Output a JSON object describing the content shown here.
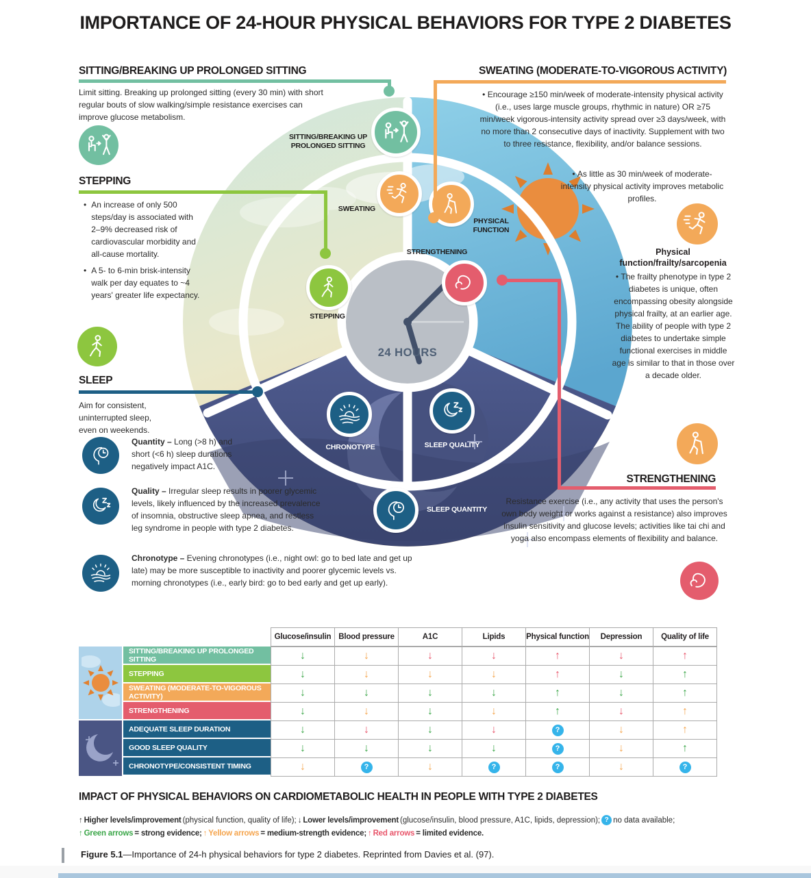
{
  "title": "IMPORTANCE OF 24-HOUR PHYSICAL BEHAVIORS FOR TYPE 2 DIABETES",
  "sections": {
    "sitting": {
      "heading": "SITTING/BREAKING UP PROLONGED SITTING",
      "body": "Limit sitting. Breaking up prolonged sitting (every 30 min) with short regular bouts of slow walking/simple resistance exercises can improve glucose metabolism."
    },
    "stepping": {
      "heading": "STEPPING",
      "bullets": [
        "An increase of only 500 steps/day is associated with 2–9% decreased risk of cardiovascular morbidity and all-cause mortality.",
        "A 5- to 6-min brisk-intensity walk per day equates to ~4 years' greater life expectancy."
      ]
    },
    "sleep": {
      "heading": "SLEEP",
      "intro": "Aim for consistent, uninterrupted sleep, even on weekends.",
      "items": [
        {
          "label": "Quantity –",
          "text": " Long (>8 h) and short (<6 h) sleep durations negatively impact A1C."
        },
        {
          "label": "Quality –",
          "text": " Irregular sleep results in poorer glycemic levels, likely influenced by the increased prevalence of insomnia, obstructive sleep apnea, and restless leg syndrome in people with type 2 diabetes."
        },
        {
          "label": "Chronotype –",
          "text": " Evening chronotypes (i.e., night owl: go to bed late and get up late) may be more susceptible to inactivity and poorer glycemic levels vs. morning chronotypes (i.e., early bird: go to bed early and get up early)."
        }
      ]
    },
    "sweating": {
      "heading": "SWEATING (MODERATE-TO-VIGOROUS ACTIVITY)",
      "bullets": [
        "Encourage ≥150 min/week of moderate-intensity physical activity (i.e., uses large muscle groups, rhythmic in nature) OR ≥75 min/week vigorous-intensity activity spread over ≥3 days/week, with no more than 2 consecutive days of inactivity. Supplement with two to three resistance, flexibility, and/or balance sessions.",
        "As little as 30 min/week of moderate-intensity physical activity improves metabolic profiles."
      ]
    },
    "physical_function": {
      "heading": "Physical function/frailty/sarcopenia",
      "bullet": "The frailty phenotype in type 2 diabetes is unique, often encompassing obesity alongside physical frailty, at an earlier age. The ability of people with type 2 diabetes to undertake simple functional exercises in middle age is similar to that in those over a decade older."
    },
    "strengthening": {
      "heading": "STRENGTHENING",
      "body": "Resistance exercise (i.e., any activity that uses the person's own body weight or works against a resistance) also improves insulin sensitivity and glucose levels; activities like tai chi and yoga also encompass elements of flexibility and balance."
    }
  },
  "wheel": {
    "center": "24 HOURS",
    "labels": {
      "sitting": "SITTING/BREAKING UP PROLONGED SITTING",
      "sweating": "SWEATING",
      "physical_function": "PHYSICAL FUNCTION",
      "strengthening": "STRENGTHENING",
      "stepping": "STEPPING",
      "chronotype": "CHRONOTYPE",
      "sleep_quality": "SLEEP QUALITY",
      "sleep_quantity": "SLEEP QUANTITY"
    }
  },
  "table": {
    "headers": [
      "Glucose/insulin",
      "Blood pressure",
      "A1C",
      "Lipids",
      "Physical function",
      "Depression",
      "Quality of life"
    ],
    "rows": [
      {
        "label": "SITTING/BREAKING UP PROLONGED SITTING",
        "color": "#72bfa1",
        "cells": [
          "down-green",
          "down-yellow",
          "down-red",
          "down-red",
          "up-red",
          "down-red",
          "up-red"
        ]
      },
      {
        "label": "STEPPING",
        "color": "#8dc63f",
        "cells": [
          "down-green",
          "down-yellow",
          "down-yellow",
          "down-yellow",
          "up-red",
          "down-green",
          "up-green"
        ]
      },
      {
        "label": "SWEATING (MODERATE-TO-VIGOROUS ACTIVITY)",
        "color": "#f3a959",
        "cells": [
          "down-green",
          "down-green",
          "down-green",
          "down-green",
          "up-green",
          "down-green",
          "up-green"
        ]
      },
      {
        "label": "STRENGTHENING",
        "color": "#e45d6d",
        "cells": [
          "down-green",
          "down-yellow",
          "down-green",
          "down-yellow",
          "up-green",
          "down-red",
          "up-yellow"
        ]
      },
      {
        "label": "ADEQUATE SLEEP DURATION",
        "color": "#1d5f85",
        "cells": [
          "down-green",
          "down-red",
          "down-green",
          "down-red",
          "question",
          "down-yellow",
          "up-yellow"
        ]
      },
      {
        "label": "GOOD SLEEP QUALITY",
        "color": "#1d5f85",
        "cells": [
          "down-green",
          "down-green",
          "down-green",
          "down-green",
          "question",
          "down-yellow",
          "up-green"
        ]
      },
      {
        "label": "CHRONOTYPE/CONSISTENT TIMING",
        "color": "#1d5f85",
        "cells": [
          "down-yellow",
          "question",
          "down-yellow",
          "question",
          "question",
          "down-yellow",
          "question"
        ]
      }
    ]
  },
  "legend": {
    "heading": "IMPACT OF PHYSICAL BEHAVIORS ON CARDIOMETABOLIC HEALTH IN PEOPLE WITH TYPE 2 DIABETES",
    "arrow_up": "↑",
    "higher_bold": "Higher levels/improvement",
    "higher_rest": " (physical function, quality of life); ",
    "arrow_down": "↓",
    "lower_bold": "Lower levels/improvement",
    "lower_rest": " (glucose/insulin, blood pressure, A1C, lipids, depression); ",
    "question": "?",
    "nodata": " no data available;",
    "green_arrow": "↑",
    "green_label": "Green arrows",
    "green_rest": " = strong evidence; ",
    "yellow_arrow": "↑",
    "yellow_label": "Yellow arrows",
    "yellow_rest": " = medium-strength evidence; ",
    "red_arrow": "↑",
    "red_label": "Red arrows",
    "red_rest": " = limited evidence."
  },
  "caption": {
    "label": "Figure 5.1",
    "text": "—Importance of 24-h physical behaviors for type 2 diabetes. Reprinted from Davies et al. (97)."
  },
  "colors": {
    "teal": "#72bfa1",
    "green": "#8dc63f",
    "orange": "#f3a959",
    "red": "#e45d6d",
    "navy": "#1d5f85",
    "arrow_green": "#3aa648",
    "arrow_yellow": "#f5a54e",
    "arrow_red": "#e8566b",
    "question_blue": "#35b4ea"
  }
}
